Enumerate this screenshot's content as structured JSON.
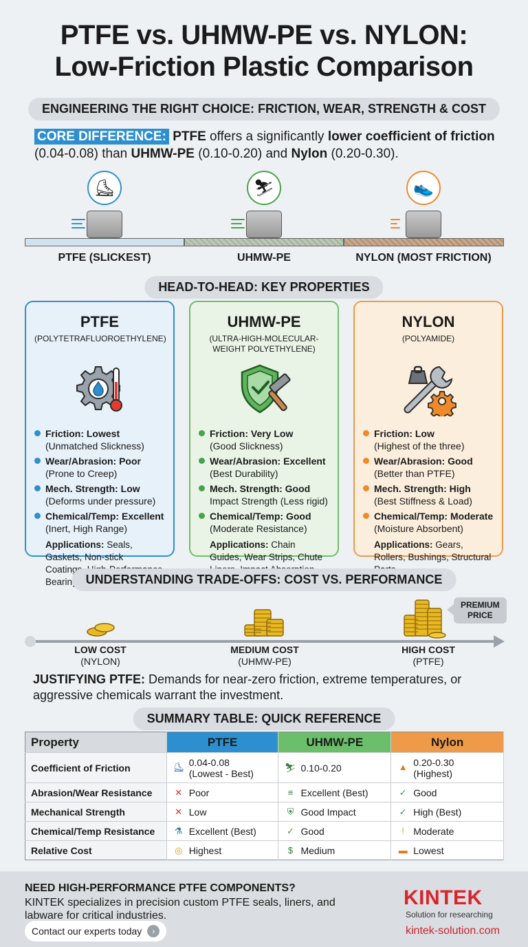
{
  "title": {
    "line1": "PTFE vs. UHMW-PE vs. NYLON:",
    "line2": "Low-Friction Plastic Comparison"
  },
  "subtitle": "ENGINEERING THE RIGHT CHOICE: FRICTION, WEAR, STRENGTH & COST",
  "core": {
    "tag": "CORE DIFFERENCE:",
    "ptfe": "PTFE",
    "t1": " offers a significantly ",
    "highlight": "lower coefficient of friction",
    "t2": " (0.04-0.08) than ",
    "uhmw": "UHMW-PE",
    "t3": " (0.10-0.20) and ",
    "nylon": "Nylon",
    "t4": " (0.20-0.30)."
  },
  "friction": [
    {
      "label": "PTFE (SLICKEST)",
      "icon": "ice-skate-icon",
      "surface_color": "#cfe3ef",
      "ring": "#2d8fd0"
    },
    {
      "label": "UHMW-PE",
      "icon": "skier-icon",
      "surface_color": "#b9c7b4",
      "ring": "#47a34b"
    },
    {
      "label": "NYLON (MOST FRICTION)",
      "icon": "running-shoe-icon",
      "surface_color": "#c8a78a",
      "ring": "#ee8a2a"
    }
  ],
  "props_heading": "HEAD-TO-HEAD: KEY PROPERTIES",
  "cards": [
    {
      "name": "PTFE",
      "full": "(POLYTETRAFLUOROETHYLENE)",
      "icon": "gear-thermometer-icon",
      "border": "#2d8fd0",
      "bg": "#e7f1f9",
      "dot": "#2d8fd0",
      "props": [
        {
          "k": "Friction: Lowest",
          "v": "(Unmatched Slickness)"
        },
        {
          "k": "Wear/Abrasion: Poor",
          "v": "(Prone to Creep)"
        },
        {
          "k": "Mech. Strength: Low",
          "v": "(Deforms under pressure)"
        },
        {
          "k": "Chemical/Temp: Excellent",
          "v": "(Inert, High Range)"
        }
      ],
      "apps_label": "Applications:",
      "apps": " Seals, Gaskets, Non-stick Coatings, High-Performance Bearings"
    },
    {
      "name": "UHMW-PE",
      "full": "(ULTRA-HIGH-MOLECULAR-WEIGHT POLYETHYLENE)",
      "icon": "shield-hammer-icon",
      "border": "#6cbf6a",
      "bg": "#e9f4e6",
      "dot": "#47a34b",
      "props": [
        {
          "k": "Friction: Very Low",
          "v": "(Good Slickness)"
        },
        {
          "k": "Wear/Abrasion: Excellent",
          "v": "(Best Durability)"
        },
        {
          "k": "Mech. Strength: Good",
          "v": "Impact Strength (Less rigid)"
        },
        {
          "k": "Chemical/Temp: Good",
          "v": "(Moderate Resistance)"
        }
      ],
      "apps_label": "Applications:",
      "apps": " Chain Guides, Wear Strips, Chute Liners, Impact Absorption"
    },
    {
      "name": "NYLON",
      "full": "(POLYAMIDE)",
      "icon": "wrench-weight-icon",
      "border": "#ee9a48",
      "bg": "#fbeedd",
      "dot": "#ee8a2a",
      "props": [
        {
          "k": "Friction: Low",
          "v": "(Highest of the three)"
        },
        {
          "k": "Wear/Abrasion: Good",
          "v": "(Better than PTFE)"
        },
        {
          "k": "Mech. Strength: High",
          "v": "(Best Stiffness & Load)"
        },
        {
          "k": "Chemical/Temp: Moderate",
          "v": "(Moisture Absorbent)"
        }
      ],
      "apps_label": "Applications:",
      "apps": " Gears, Rollers, Bushings, Structural Parts"
    }
  ],
  "tradeoffs_heading": "UNDERSTANDING TRADE-OFFS: COST VS. PERFORMANCE",
  "costs": [
    {
      "label": "LOW COST",
      "sub": "(NYLON)",
      "coins": 2
    },
    {
      "label": "MEDIUM COST",
      "sub": "(UHMW-PE)",
      "coins": 4
    },
    {
      "label": "HIGH COST",
      "sub": "(PTFE)",
      "coins": 8
    }
  ],
  "premium": {
    "line1": "PREMIUM",
    "line2": "PRICE"
  },
  "justify": {
    "label": "JUSTIFYING PTFE:",
    "text": " Demands for near-zero friction, extreme temperatures, or aggressive chemicals warrant the investment."
  },
  "summary_heading": "SUMMARY TABLE: QUICK REFERENCE",
  "table": {
    "headers": [
      "Property",
      "PTFE",
      "UHMW-PE",
      "Nylon"
    ],
    "header_colors": [
      "#d7dbe0",
      "#2d8fd0",
      "#6cbf6a",
      "#ee9a48"
    ],
    "rows": [
      {
        "prop": "Coefficient of Friction",
        "cells": [
          {
            "icon": "ice-skate-icon",
            "glyph": "⛸",
            "color": "#2d6fa8",
            "text": "0.04-0.08",
            "text2": "(Lowest - Best)"
          },
          {
            "icon": "skier-icon",
            "glyph": "⛷",
            "color": "#2e7d32",
            "text": "0.10-0.20",
            "text2": ""
          },
          {
            "icon": "rising-chart-icon",
            "glyph": "▲",
            "color": "#e07b1a",
            "text": "0.20-0.30",
            "text2": "(Highest)"
          }
        ]
      },
      {
        "prop": "Abrasion/Wear Resistance",
        "cells": [
          {
            "icon": "x-circle-icon",
            "glyph": "✕",
            "color": "#d9312b",
            "text": "Poor",
            "text2": ""
          },
          {
            "icon": "wear-strip-icon",
            "glyph": "≡",
            "color": "#2e7d32",
            "text": "Excellent (Best)",
            "text2": ""
          },
          {
            "icon": "check-circle-icon",
            "glyph": "✓",
            "color": "#2e9b3c",
            "text": "Good",
            "text2": ""
          }
        ]
      },
      {
        "prop": "Mechanical Strength",
        "cells": [
          {
            "icon": "x-circle-icon",
            "glyph": "✕",
            "color": "#d9312b",
            "text": "Low",
            "text2": ""
          },
          {
            "icon": "shield-check-icon",
            "glyph": "⛨",
            "color": "#2e7d32",
            "text": "Good Impact",
            "text2": ""
          },
          {
            "icon": "check-circle-icon",
            "glyph": "✓",
            "color": "#2e9b3c",
            "text": "High (Best)",
            "text2": ""
          }
        ]
      },
      {
        "prop": "Chemical/Temp Resistance",
        "cells": [
          {
            "icon": "flask-icon",
            "glyph": "⚗",
            "color": "#2d6fa8",
            "text": "Excellent (Best)",
            "text2": ""
          },
          {
            "icon": "check-circle-icon",
            "glyph": "✓",
            "color": "#2e9b3c",
            "text": "Good",
            "text2": ""
          },
          {
            "icon": "warning-circle-icon",
            "glyph": "!",
            "color": "#e7a21c",
            "text": "Moderate",
            "text2": ""
          }
        ]
      },
      {
        "prop": "Relative Cost",
        "cells": [
          {
            "icon": "coins-icon",
            "glyph": "◎",
            "color": "#c99a16",
            "text": "Highest",
            "text2": ""
          },
          {
            "icon": "money-bag-icon",
            "glyph": "$",
            "color": "#2e7d32",
            "text": "Medium",
            "text2": ""
          },
          {
            "icon": "shoe-icon",
            "glyph": "▬",
            "color": "#e07b1a",
            "text": "Lowest",
            "text2": ""
          }
        ]
      }
    ]
  },
  "footer": {
    "heading": "NEED HIGH-PERFORMANCE PTFE COMPONENTS?",
    "text": "KINTEK specializes in precision custom PTFE seals, liners, and labware for critical industries.",
    "button": "Contact our experts today",
    "logo": "KINTEK",
    "tagline": "Solution for researching",
    "site": "kintek-solution.com"
  }
}
